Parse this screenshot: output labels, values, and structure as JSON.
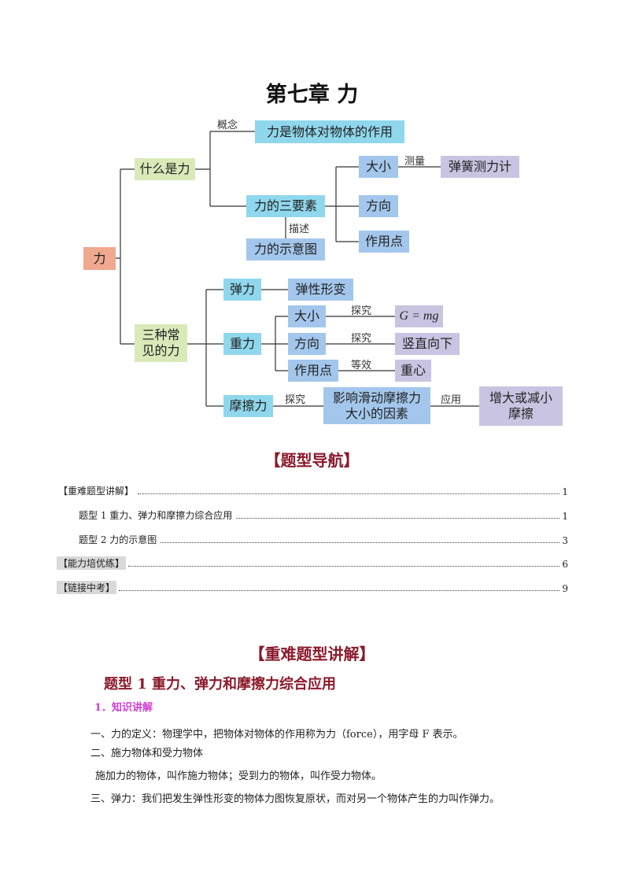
{
  "title": "第七章  力",
  "mindmap": {
    "root": "力",
    "what_is_force": "什么是力",
    "concept_label": "概念",
    "definition": "力是物体对物体的作用",
    "three_elements": "力的三要素",
    "describe_label": "描述",
    "diagram": "力的示意图",
    "magnitude": "大小",
    "measure_label": "测量",
    "spring_scale": "弹簧测力计",
    "direction": "方向",
    "point": "作用点",
    "three_forces": "三种常见的力",
    "elastic": "弹力",
    "elastic_deform": "弹性形变",
    "gravity": "重力",
    "g_magnitude": "大小",
    "explore1": "探究",
    "formula": "G = mg",
    "g_direction": "方向",
    "explore2": "探究",
    "vertical_down": "竖直向下",
    "g_point": "作用点",
    "equivalent": "等效",
    "center_gravity": "重心",
    "friction": "摩擦力",
    "explore3": "探究",
    "friction_factors": "影响滑动摩擦力大小的因素",
    "apply_label": "应用",
    "increase_decrease": "增大或减小摩擦"
  },
  "nav_heading": "【题型导航】",
  "toc": [
    {
      "text": "【重难题型讲解】",
      "page": "1"
    },
    {
      "text": "题型 1  重力、弹力和摩擦力综合应用",
      "page": "1"
    },
    {
      "text": "题型 2  力的示意图",
      "page": "3"
    },
    {
      "text": "【能力培优练】",
      "page": "6"
    },
    {
      "text": "【链接中考】",
      "page": "9"
    }
  ],
  "section_heading": "【重难题型讲解】",
  "topic_heading": "题型 1  重力、弹力和摩擦力综合应用",
  "knowledge_heading": "1．知识讲解",
  "paragraphs": [
    "一、力的定义：物理学中，把物体对物体的作用称为力（force），用字母 F 表示。",
    "二、施力物体和受力物体",
    "施加力的物体，叫作施力物体；受到力的物体，叫作受力物体。",
    "三、弹力：我们把发生弹性形变的物体力图恢复原状，而对另一个物体产生的力叫作弹力。"
  ]
}
